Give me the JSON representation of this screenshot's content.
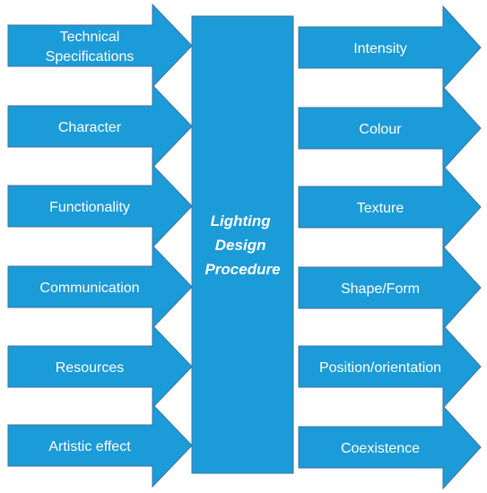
{
  "center": {
    "lines": [
      "Lighting",
      "Design",
      "Procedure"
    ]
  },
  "left_arrows": [
    {
      "lines": [
        "Technical",
        "Specifications"
      ]
    },
    {
      "lines": [
        "Character"
      ]
    },
    {
      "lines": [
        "Functionality"
      ]
    },
    {
      "lines": [
        "Communication"
      ]
    },
    {
      "lines": [
        "Resources"
      ]
    },
    {
      "lines": [
        "Artistic effect"
      ]
    }
  ],
  "right_arrows": [
    {
      "lines": [
        "Intensity"
      ]
    },
    {
      "lines": [
        "Colour"
      ]
    },
    {
      "lines": [
        "Texture"
      ]
    },
    {
      "lines": [
        "Shape/Form"
      ]
    },
    {
      "lines": [
        "Position/orientation"
      ]
    },
    {
      "lines": [
        "Coexistence"
      ]
    }
  ],
  "colors": {
    "fill": "#1b9bd8",
    "outline": "#41719c",
    "text": "#ffffff"
  }
}
